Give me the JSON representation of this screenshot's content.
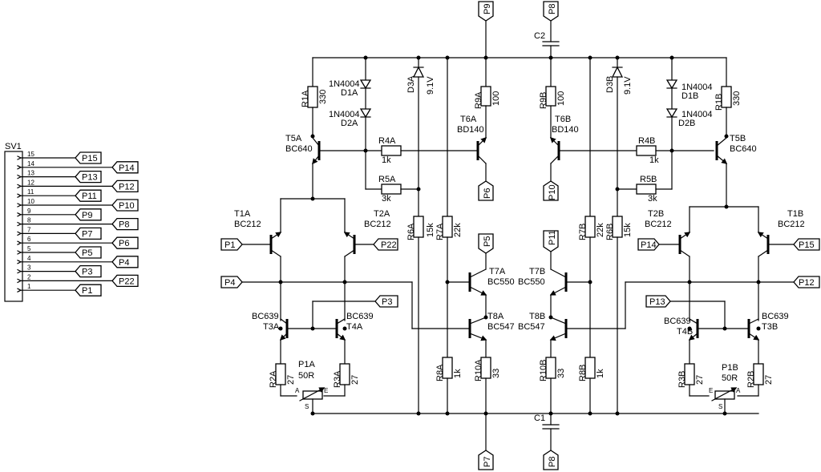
{
  "header": {
    "sv1": "SV1"
  },
  "sv1_pins": [
    {
      "n": "15",
      "label": "P15"
    },
    {
      "n": "14",
      "label": "P14"
    },
    {
      "n": "13",
      "label": "P13"
    },
    {
      "n": "12",
      "label": "P12"
    },
    {
      "n": "11",
      "label": "P11"
    },
    {
      "n": "10",
      "label": "P10"
    },
    {
      "n": "9",
      "label": "P9"
    },
    {
      "n": "8",
      "label": "P8"
    },
    {
      "n": "7",
      "label": "P7"
    },
    {
      "n": "6",
      "label": "P6"
    },
    {
      "n": "5",
      "label": "P5"
    },
    {
      "n": "4",
      "label": "P4"
    },
    {
      "n": "3",
      "label": "P3"
    },
    {
      "n": "2",
      "label": "P22"
    },
    {
      "n": "1",
      "label": "P1"
    }
  ],
  "ports": {
    "P9": "P9",
    "P8": "P8",
    "P6": "P6",
    "P10": "P10",
    "P5": "P5",
    "P11": "P11",
    "P7": "P7",
    "P1": "P1",
    "P22": "P22",
    "P4": "P4",
    "P3": "P3",
    "P14": "P14",
    "P15": "P15",
    "P12": "P12",
    "P13": "P13"
  },
  "labels": {
    "C2": "C2",
    "C1": "C1",
    "R1A": "R1A",
    "R1A_v": "330",
    "R1B": "R1B",
    "R1B_v": "330",
    "D1A": "D1A",
    "D2A": "D2A",
    "D1B": "D1B",
    "D2B": "D2B",
    "d1n4004": "1N4004",
    "D3A": "D3A",
    "D3B": "D3B",
    "z91": "9.1V",
    "R9A": "R9A",
    "R9A_v": "100",
    "R9B": "R9B",
    "R9B_v": "100",
    "T6A": "T6A",
    "T6B": "T6B",
    "bd140": "BD140",
    "T5A": "T5A",
    "T5B": "T5B",
    "bc640": "BC640",
    "R4A": "R4A",
    "R4B": "R4B",
    "r1k": "1k",
    "R5A": "R5A",
    "R5B": "R5B",
    "r3k": "3k",
    "T1A": "T1A",
    "T1B": "T1B",
    "T2A": "T2A",
    "T2B": "T2B",
    "bc212": "BC212",
    "R6A": "R6A",
    "R6B": "R6B",
    "r15k": "15k",
    "R7A": "R7A",
    "R7B": "R7B",
    "r22k": "22k",
    "T7A": "T7A",
    "T7B": "T7B",
    "bc550": "BC550",
    "T8A": "T8A",
    "T8B": "T8B",
    "bc547": "BC547",
    "T3A": "T3A",
    "T4A": "T4A",
    "T3B": "T3B",
    "T4B": "T4B",
    "bc639": "BC639",
    "R8A": "R8A",
    "R8B": "R8B",
    "R10A": "R10A",
    "R10B": "R10B",
    "r33": "33",
    "R2A": "R2A",
    "R3A": "R3A",
    "R2B": "R2B",
    "R3B": "R3B",
    "r27": "27",
    "P1A": "P1A",
    "P1B": "P1B",
    "r50": "50R",
    "pinA": "A",
    "pinE": "E",
    "pinS": "S"
  }
}
